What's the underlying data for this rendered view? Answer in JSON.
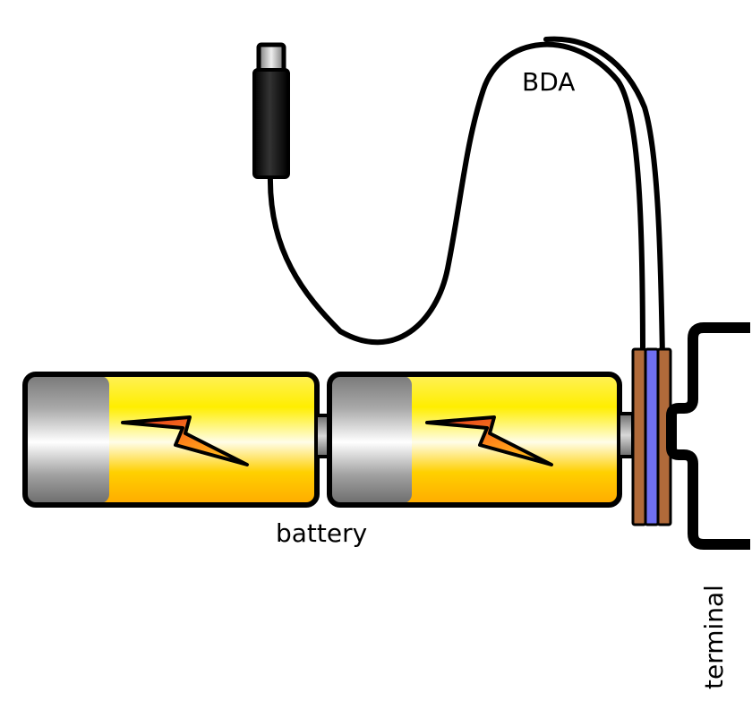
{
  "labels": {
    "bda": "BDA",
    "battery": "battery",
    "terminal": "terminal"
  },
  "colors": {
    "outline": "#000000",
    "battery_yellow": "#ffee00",
    "battery_orange": "#ffaa00",
    "battery_highlight": "#fffde8",
    "cap_dark": "#808080",
    "cap_light": "#ffffff",
    "bolt_red": "#e0301e",
    "bolt_yellow": "#ffcc00",
    "wire_copper": "#b06a3a",
    "wire_blue": "#6f6ff2"
  },
  "icons": [
    "lightning-bolt-icon",
    "plug-connector-icon"
  ]
}
